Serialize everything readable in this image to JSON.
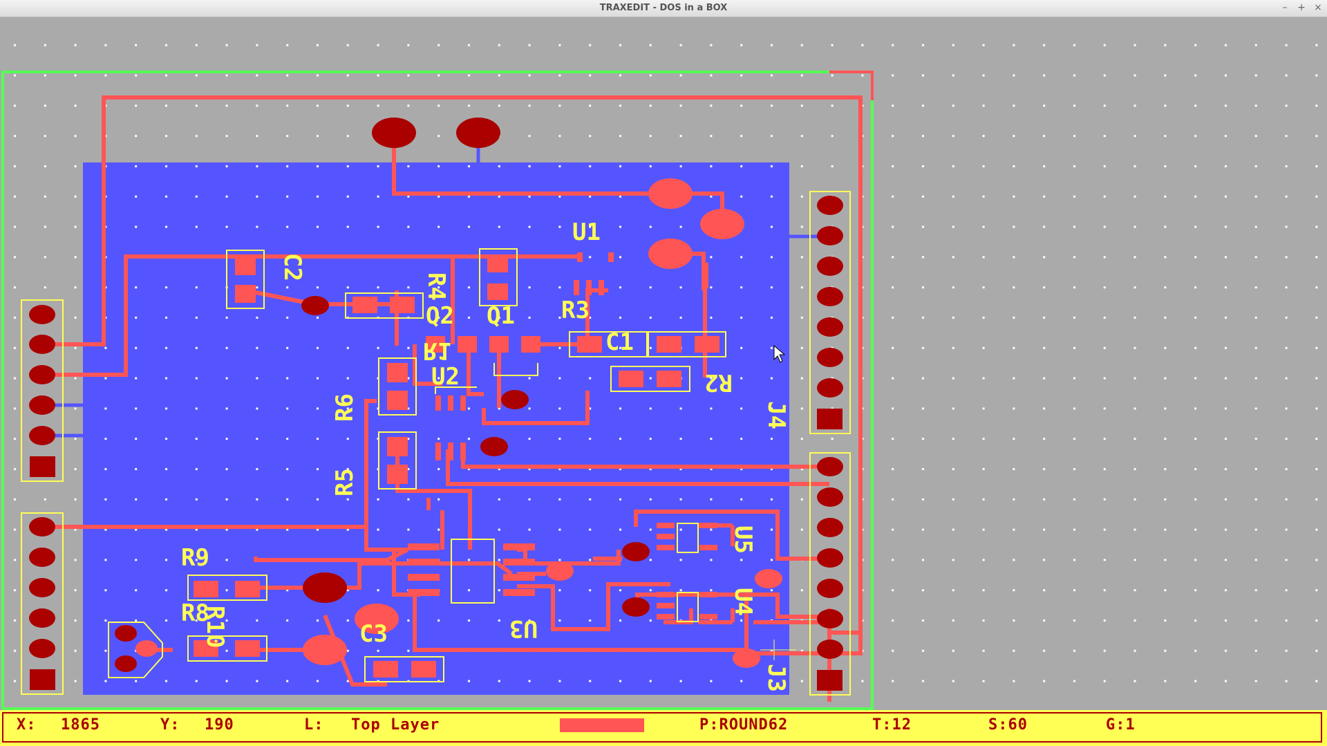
{
  "window": {
    "title": "TRAXEDIT - DOS in a BOX",
    "controls": {
      "minimize": "–",
      "maximize": "+",
      "close": "×"
    }
  },
  "board": {
    "components": {
      "u1": "U1",
      "c2": "C2",
      "r4": "R4",
      "q2": "Q2",
      "q1": "Q1",
      "r3": "R3",
      "c1": "C1",
      "r1": "R1",
      "u2": "U2",
      "r2": "R2",
      "r6": "R6",
      "r5": "R5",
      "j4": "J4",
      "r9": "R9",
      "r8": "R8",
      "r10": "R10",
      "c3": "C3",
      "u3": "U3",
      "u5": "U5",
      "u4": "U4",
      "j3": "J3"
    }
  },
  "status": {
    "x_label": "X:",
    "x_value": "1865",
    "y_label": "Y:",
    "y_value": "190",
    "layer_label": "L:",
    "layer_value": "Top Layer",
    "pad": "P:ROUND62",
    "track": "T:12",
    "snap": "S:60",
    "grid": "G:1"
  },
  "colors": {
    "background": "#aaaaaa",
    "copper_pour": "#5555ff",
    "trace": "#ff5555",
    "pad": "#aa0000",
    "silkscreen": "#ffff55",
    "board_outline": "#55ff55",
    "status_bg": "#ffff55",
    "status_text": "#aa0000"
  }
}
